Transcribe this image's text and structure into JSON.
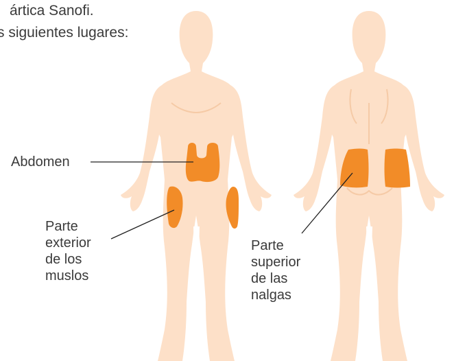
{
  "colors": {
    "skin": "#fde0c8",
    "skin_shadow": "#f7cfae",
    "zone": "#f28c28",
    "text": "#3a3a3a",
    "leader": "#222222"
  },
  "intro": {
    "line1": "ártica Sanofi.",
    "line2": "s siguientes lugares:"
  },
  "labels": {
    "abdomen": "Abdomen",
    "thighs": [
      "Parte",
      "exterior",
      "de los",
      "muslos"
    ],
    "buttocks": [
      "Parte",
      "superior",
      "de las",
      "nalgas"
    ]
  },
  "figures": {
    "front": "front-body-figure",
    "back": "back-body-figure"
  }
}
